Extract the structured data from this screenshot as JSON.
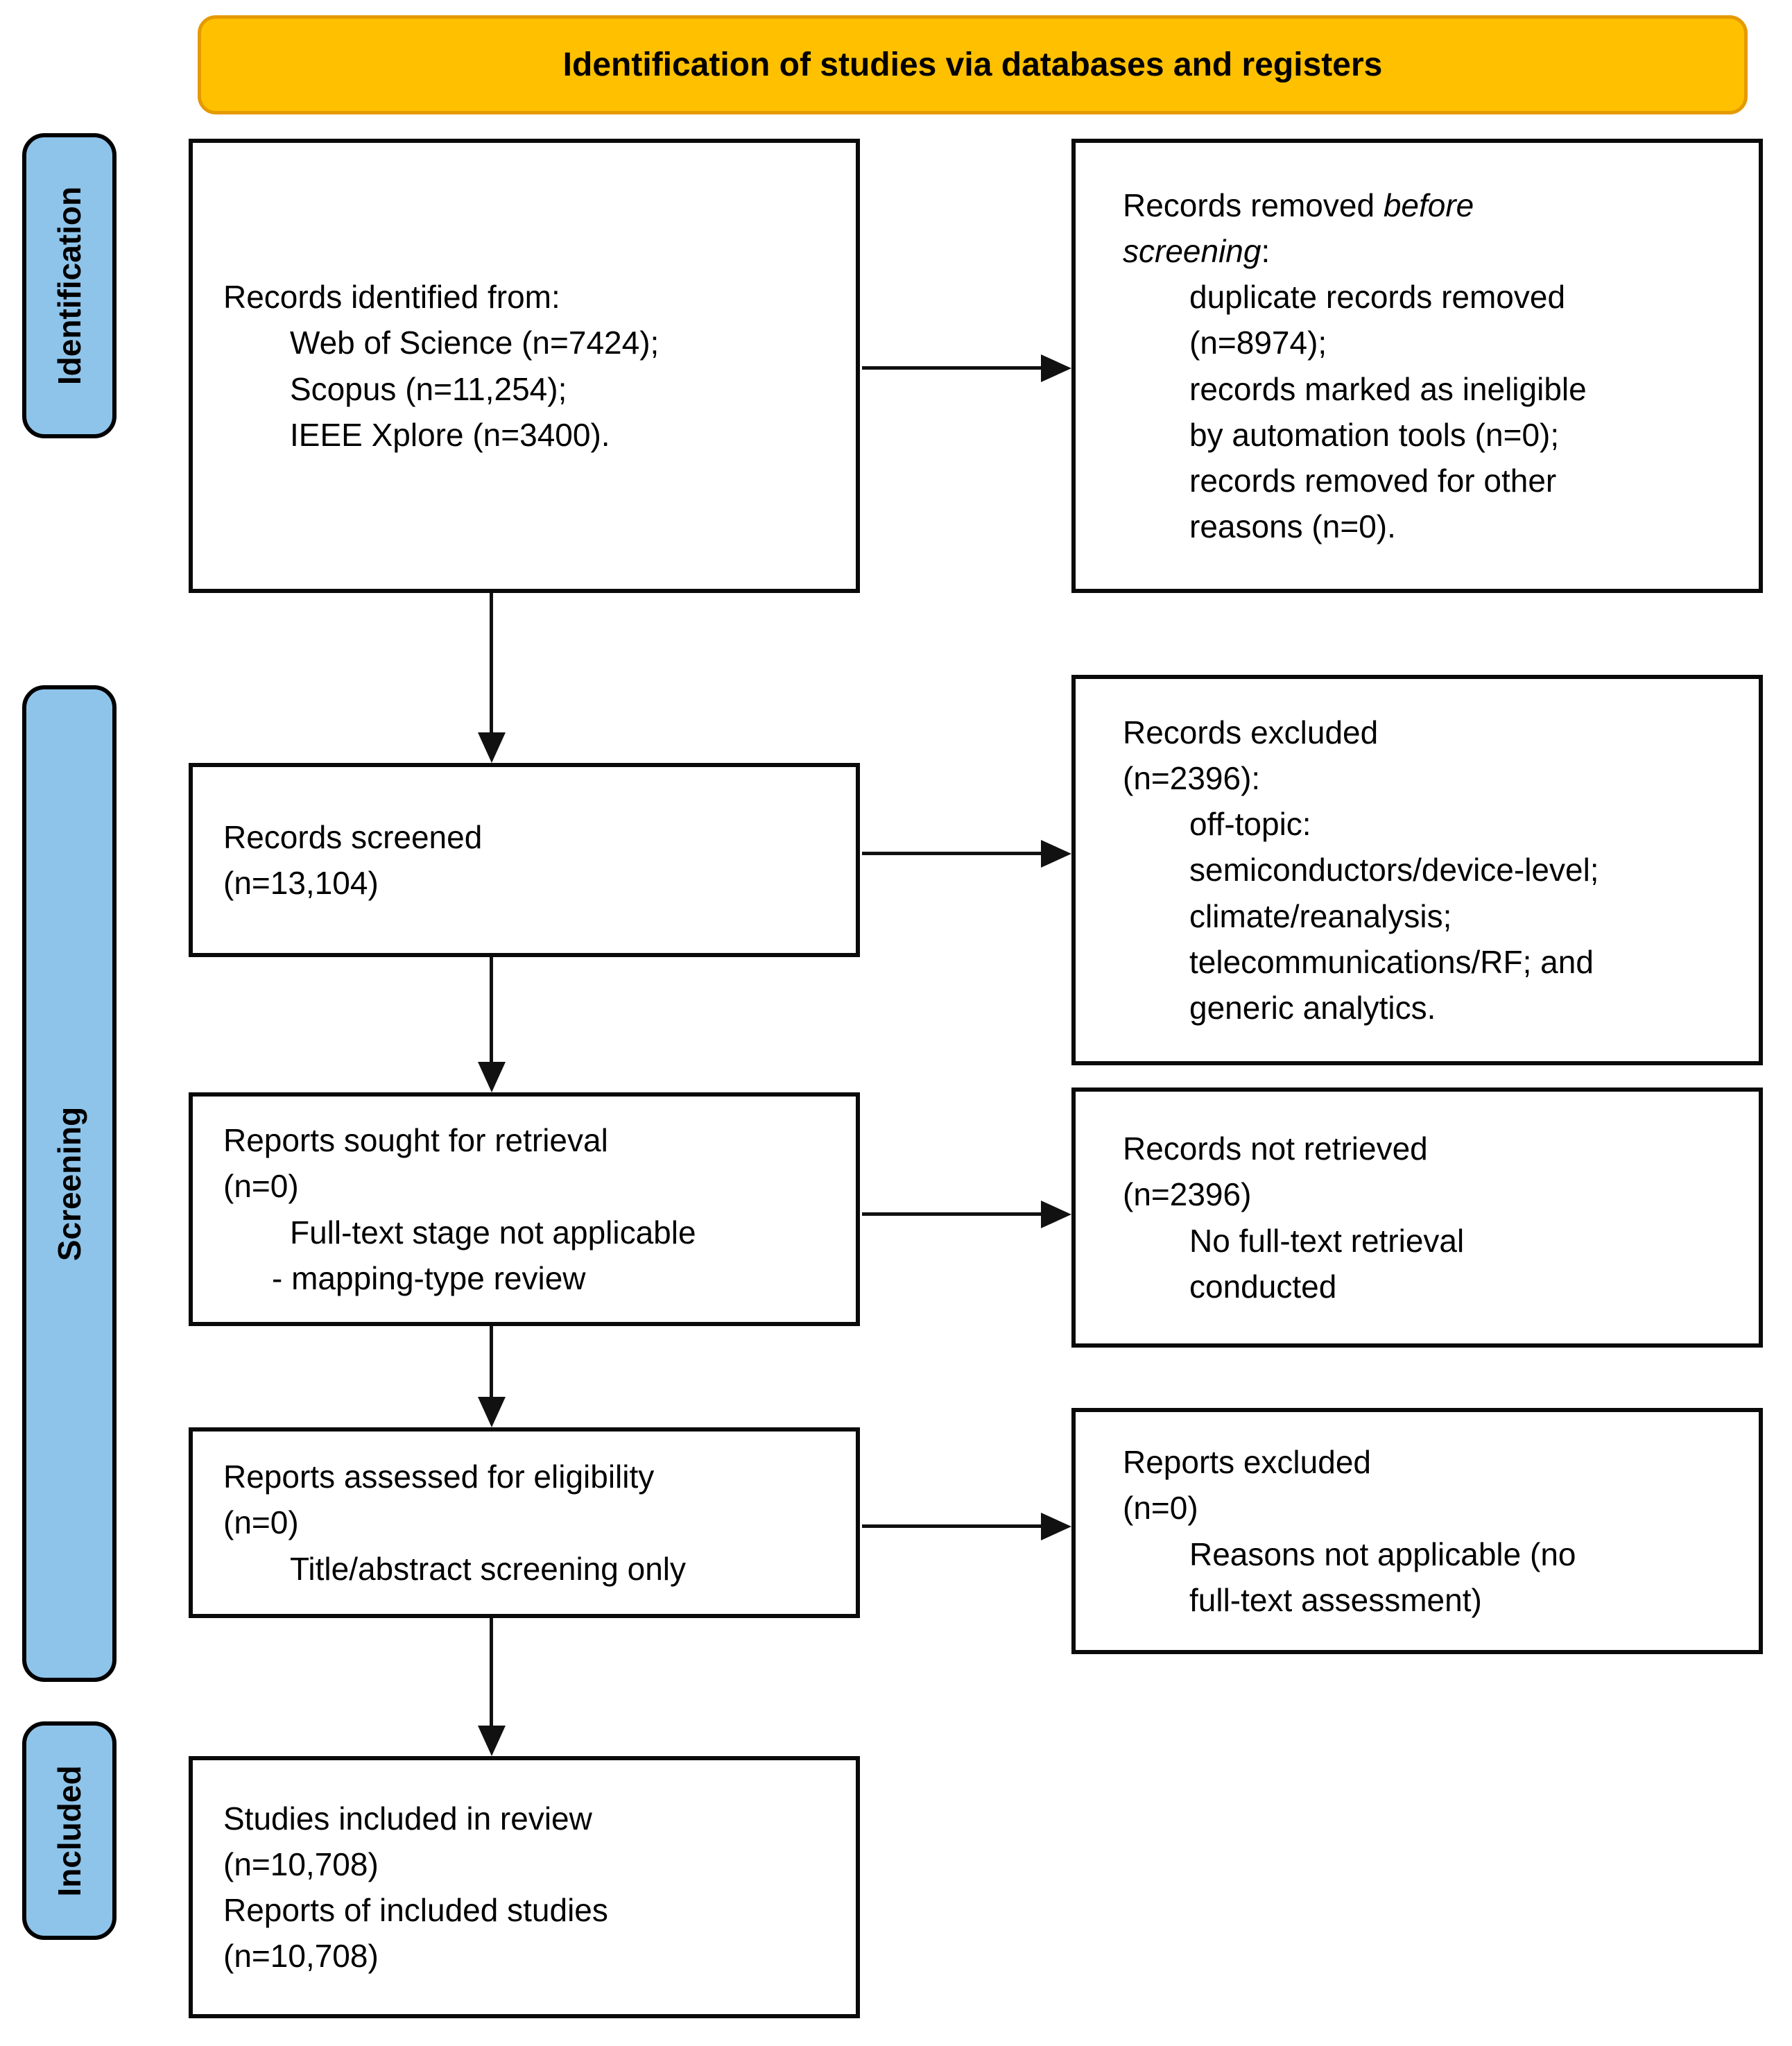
{
  "colors": {
    "banner_bg": "#FFC000",
    "banner_border": "#E59A00",
    "sidebar_bg": "#8FC4EA",
    "text": "#000000"
  },
  "banner": {
    "title": "Identification of studies via databases and registers"
  },
  "sidebar": [
    {
      "label": "Identification"
    },
    {
      "label": "Screening"
    },
    {
      "label": "Included"
    }
  ],
  "boxes": {
    "records_identified": {
      "lines": [
        "Records identified from:",
        "Web of Science (n=7424);",
        "Scopus (n=11,254);",
        "IEEE Xplore (n=3400)."
      ]
    },
    "records_removed": {
      "head": {
        "normal": "Records removed",
        "italic_1": "before",
        "italic_2": "screening",
        "suffix": ":"
      },
      "lines": [
        "duplicate records removed",
        "(n=8974);",
        "records marked as ineligible",
        "by automation tools (n=0);",
        "records removed for other",
        "reasons (n=0)."
      ]
    },
    "records_screened": {
      "lines": [
        "Records screened",
        "(n=13,104)"
      ]
    },
    "records_excluded": {
      "lines": [
        "Records excluded",
        "(n=2396):",
        "off-topic:",
        "semiconductors/device-level;",
        "climate/reanalysis;",
        "telecommunications/RF; and",
        "generic analytics."
      ]
    },
    "reports_sought": {
      "lines": [
        "Reports sought for retrieval",
        "(n=0)",
        "Full-text stage not applicable",
        "- mapping-type review"
      ]
    },
    "records_not_retrieved": {
      "lines": [
        "Records not retrieved",
        "(n=2396)",
        "No full-text retrieval",
        "conducted"
      ]
    },
    "reports_assessed": {
      "lines": [
        "Reports assessed for eligibility",
        "(n=0)",
        "Title/abstract screening only"
      ]
    },
    "reports_excluded": {
      "lines": [
        "Reports excluded",
        "(n=0)",
        "Reasons not applicable (no",
        "full-text assessment)"
      ]
    },
    "studies_included": {
      "lines": [
        "Studies included in review",
        "(n=10,708)",
        "Reports of included studies",
        "(n=10,708)"
      ]
    }
  }
}
